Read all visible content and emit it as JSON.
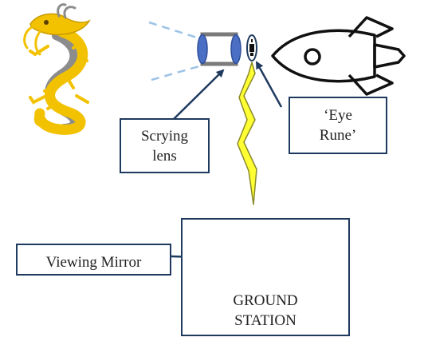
{
  "labels": {
    "lens": "Scrying\nlens",
    "rune": "‘Eye\nRune’",
    "mirror": "Viewing Mirror",
    "station": "GROUND\nSTATION"
  },
  "colors": {
    "box_border": "#1f3a5f",
    "arrow": "#1f3a5f",
    "lens_blue": "#4a6fc4",
    "lens_grey": "#7a7a7a",
    "beam_dash": "#9dc3e6",
    "bolt_fill": "#ffff33",
    "bolt_stroke": "#8a8a2a",
    "dragon_gold": "#f2c200",
    "dragon_grey": "#8c8c8c",
    "station_circle": "#4472c4"
  },
  "icons": {
    "dragon": "dragon-icon",
    "rocket": "rocket-icon",
    "lens": "lens-icon",
    "rune": "eye-rune-icon",
    "bolt": "lightning-bolt-icon",
    "station": "dragon-emblem-icon"
  }
}
